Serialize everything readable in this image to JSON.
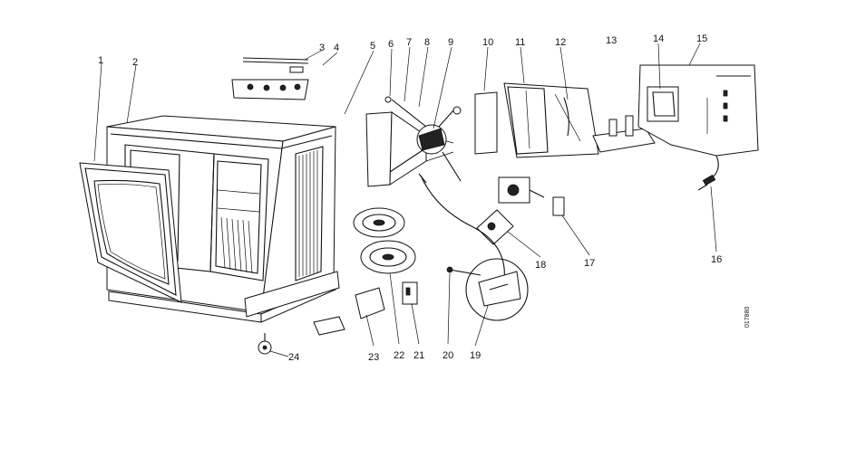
{
  "callouts": [
    "1",
    "2",
    "3",
    "4",
    "5",
    "6",
    "7",
    "8",
    "9",
    "10",
    "11",
    "12",
    "13",
    "14",
    "15",
    "16",
    "17",
    "18",
    "19",
    "20",
    "21",
    "22",
    "23",
    "24"
  ],
  "drawing_code": "017880"
}
